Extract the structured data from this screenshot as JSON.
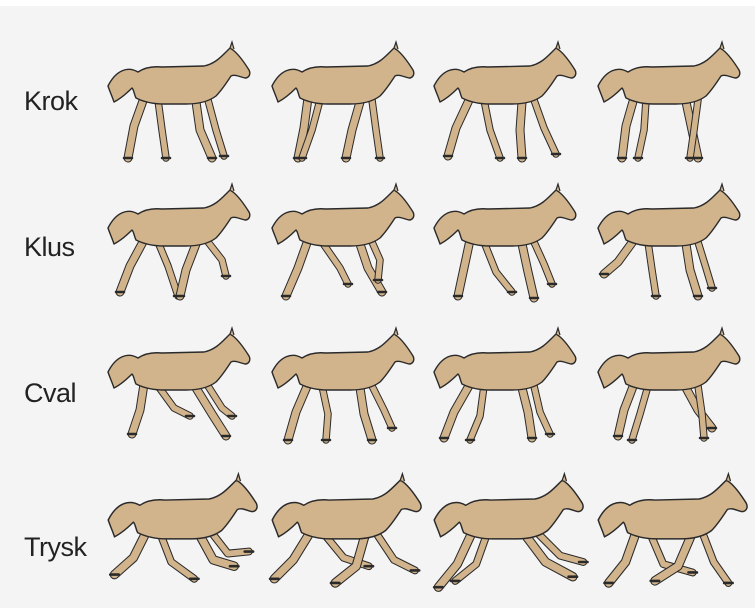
{
  "colors": {
    "background": "#f4f4f4",
    "horse_fill": "#d2b48c",
    "horse_outline": "#2a2a2a",
    "label": "#222222"
  },
  "rows": [
    {
      "label": "Krok",
      "gait_icon": "walk-horse-icon",
      "frames": 4
    },
    {
      "label": "Klus",
      "gait_icon": "trot-horse-icon",
      "frames": 4
    },
    {
      "label": "Cval",
      "gait_icon": "canter-horse-icon",
      "frames": 4
    },
    {
      "label": "Trysk",
      "gait_icon": "gallop-horse-icon",
      "frames": 4
    }
  ]
}
